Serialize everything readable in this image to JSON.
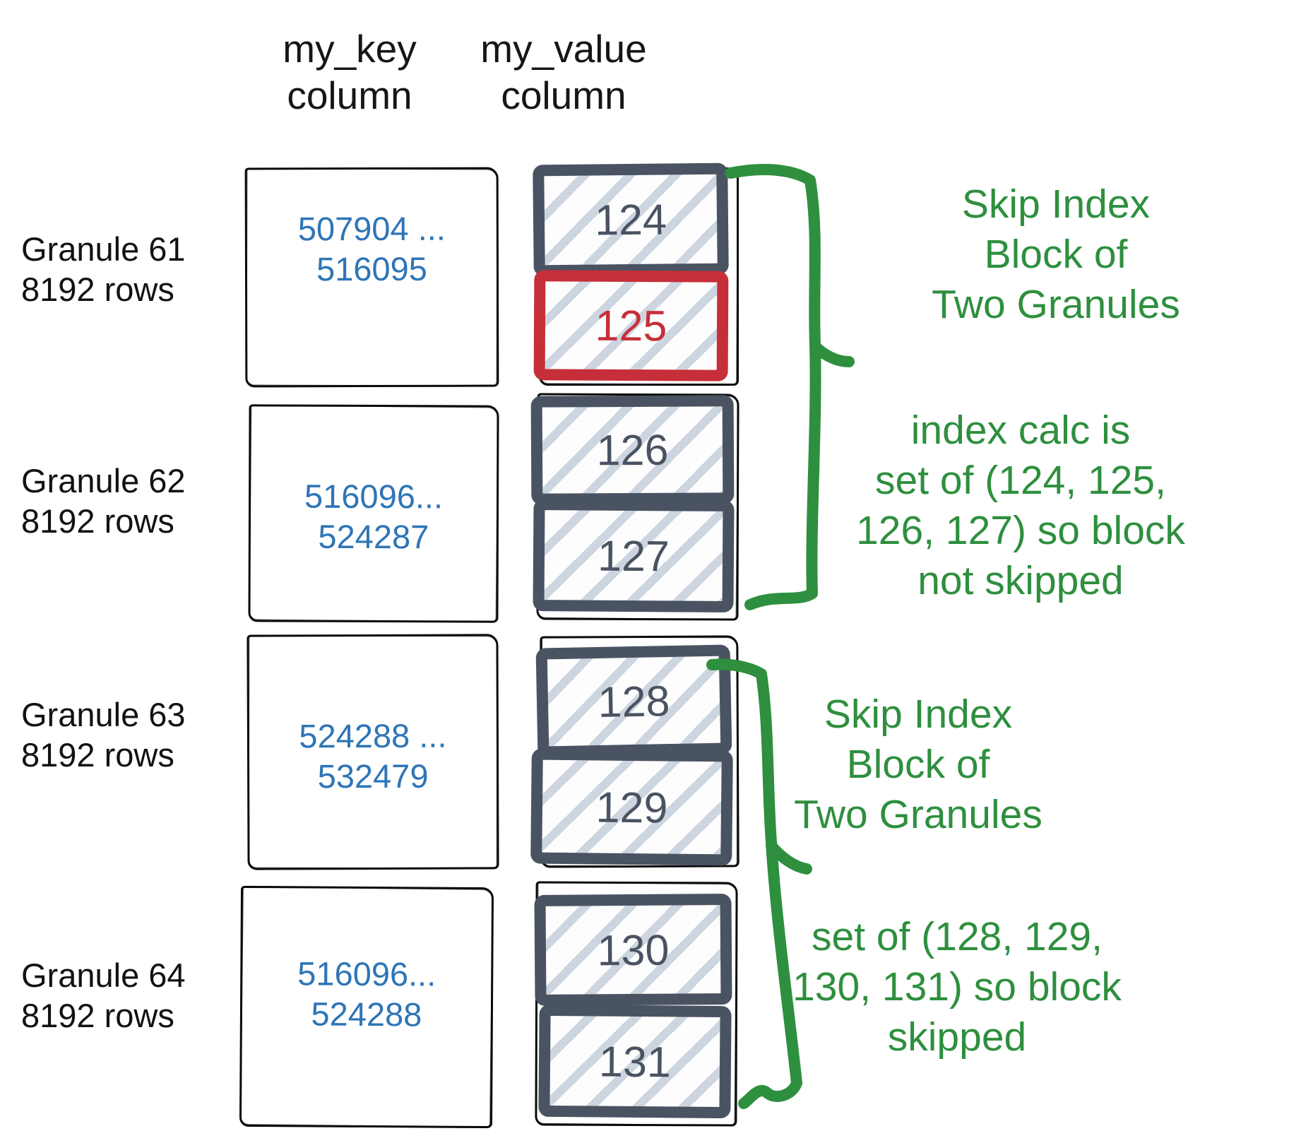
{
  "headers": {
    "key": "my_key\ncolumn",
    "value": "my_value\ncolumn"
  },
  "granules": [
    {
      "label": "Granule 61\n8192 rows",
      "key_range": "507904 ...\n516095",
      "blocks": [
        {
          "num": "124",
          "highlight": false
        },
        {
          "num": "125",
          "highlight": true
        }
      ]
    },
    {
      "label": "Granule 62\n8192 rows",
      "key_range": "516096...\n524287",
      "blocks": [
        {
          "num": "126",
          "highlight": false
        },
        {
          "num": "127",
          "highlight": false
        }
      ]
    },
    {
      "label": "Granule 63\n8192 rows",
      "key_range": "524288 ...\n532479",
      "blocks": [
        {
          "num": "128",
          "highlight": false
        },
        {
          "num": "129",
          "highlight": false
        }
      ]
    },
    {
      "label": "Granule 64\n8192 rows",
      "key_range": "516096...\n524288",
      "blocks": [
        {
          "num": "130",
          "highlight": false
        },
        {
          "num": "131",
          "highlight": false
        }
      ]
    }
  ],
  "annotations": {
    "block1_title": "Skip Index\nBlock of\nTwo Granules",
    "block1_body": "index calc is\nset of (124, 125,\n126, 127) so block\nnot skipped",
    "block2_title": "Skip Index\nBlock of\nTwo Granules",
    "block2_body": "set of (128, 129,\n130, 131) so block\nskipped"
  },
  "colors": {
    "green": "#2e8f3e",
    "blue": "#2e75b6",
    "red": "#c62f39",
    "slate": "#4a5361",
    "hatch": "#ccd5e0"
  }
}
